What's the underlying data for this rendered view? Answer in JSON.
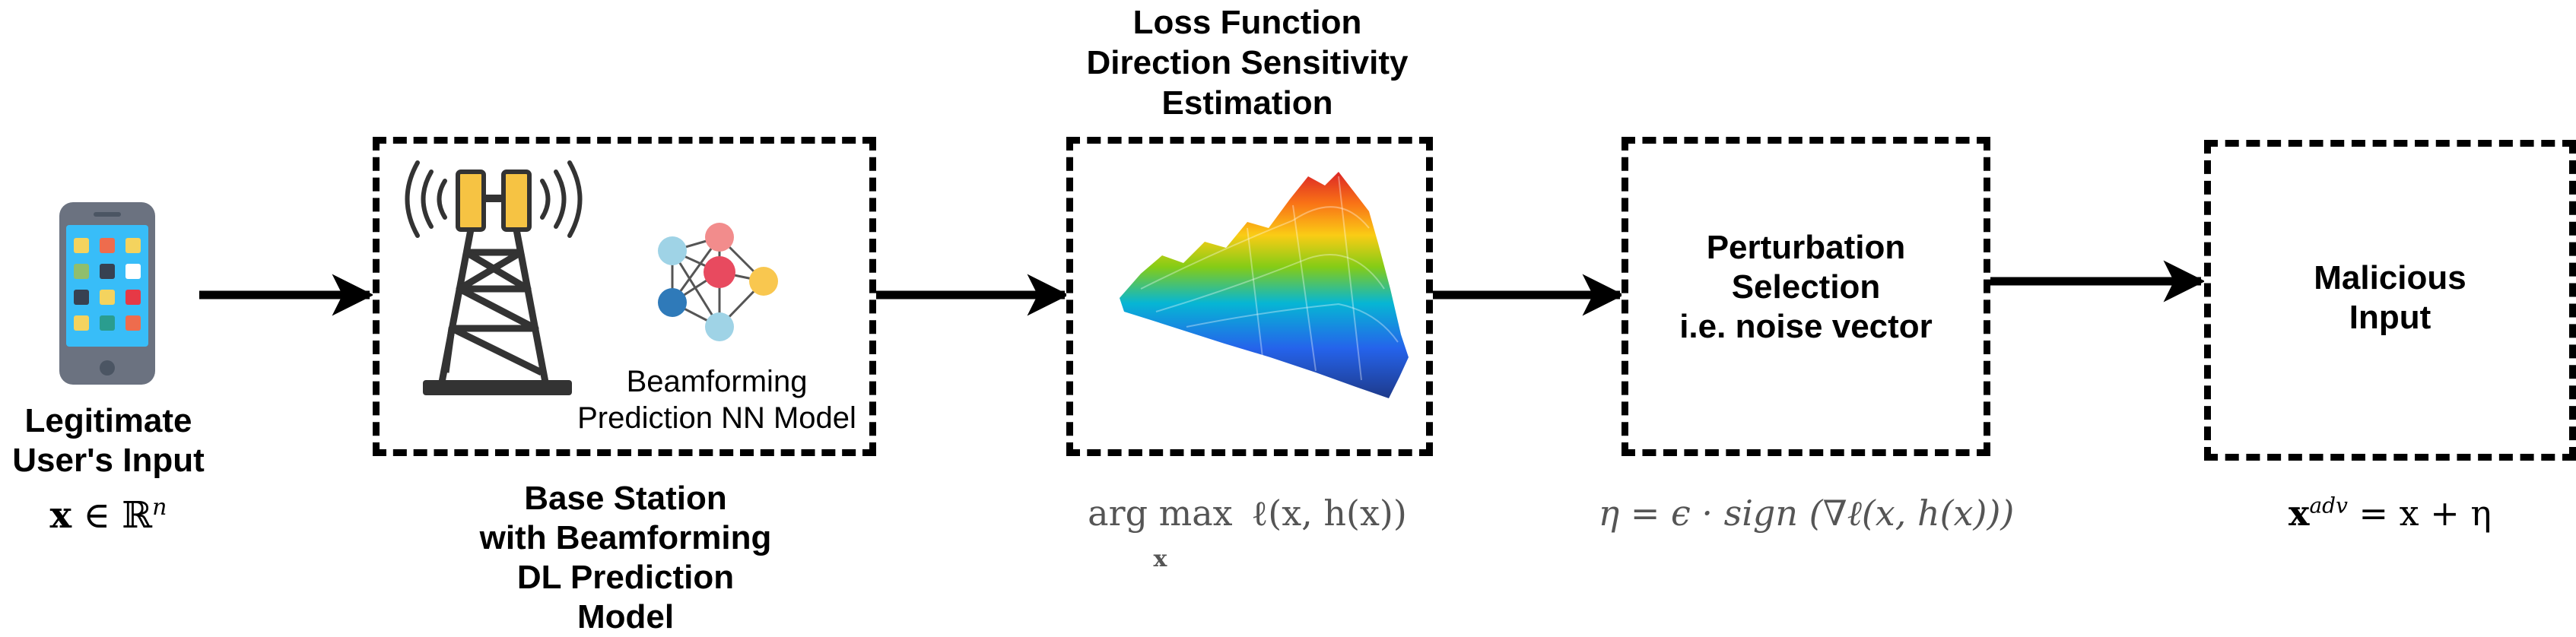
{
  "input_stage": {
    "label": "Legitimate\nUser's Input",
    "formula_var": "x",
    "formula_rel": "∈",
    "formula_set": "ℝ",
    "formula_sup": "n"
  },
  "base_station": {
    "inner_label": "Beamforming\nPrediction NN Model",
    "caption": "Base Station\nwith Beamforming\nDL Prediction Model"
  },
  "loss_stage": {
    "title": "Loss Function\nDirection Sensitivity\nEstimation",
    "formula_op": "arg max",
    "formula_sub": "x",
    "formula_body": "ℓ(x, h(x))"
  },
  "perturbation_stage": {
    "label": "Perturbation\nSelection\ni.e. noise vector",
    "formula": "η = ϵ · sign (∇ℓ(x, h(x)))"
  },
  "output_stage": {
    "label": "Malicious\nInput",
    "formula_lhs": "x",
    "formula_sup": "adv",
    "formula_rhs": " = x + η"
  },
  "colors": {
    "stroke": "#000000",
    "text_grey": "#555555",
    "phone_body": "#6b7280",
    "phone_screen": "#38bdf8",
    "tower_antenna": "#f6c343",
    "node_red": "#e84a5f",
    "node_blue": "#2f7ab9",
    "node_light": "#9fd3e6",
    "node_yellow": "#f9c74f"
  },
  "icons": [
    "smartphone-icon",
    "cell-tower-icon",
    "neural-network-icon",
    "loss-surface-icon"
  ]
}
